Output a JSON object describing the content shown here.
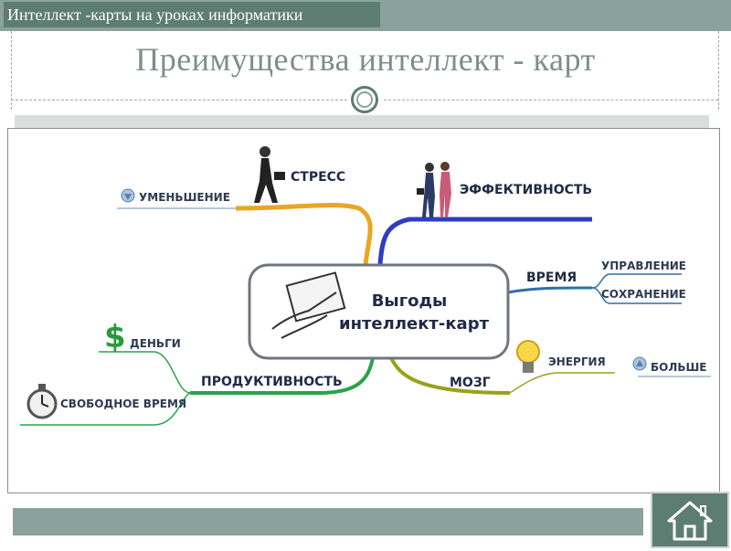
{
  "header": {
    "course_title": "Интеллект -карты на уроках информатики"
  },
  "slide": {
    "title": "Преимущества интеллект - карт"
  },
  "mindmap": {
    "center": {
      "line1": "Выгоды",
      "line2": "интеллект-карт"
    },
    "branches": {
      "stress": "СТРЕСС",
      "reduction": "УМЕНЬШЕНИЕ",
      "efficiency": "ЭФФЕКТИВНОСТЬ",
      "time": "ВРЕМЯ",
      "management": "УПРАВЛЕНИЕ",
      "saving": "СОХРАНЕНИЕ",
      "productivity": "ПРОДУКТИВНОСТЬ",
      "money": "ДЕНЬГИ",
      "free_time": "СВОБОДНОЕ ВРЕМЯ",
      "brain": "МОЗГ",
      "energy": "ЭНЕРГИЯ",
      "more": "БОЛЬШЕ"
    }
  },
  "colors": {
    "accent_dark": "#5e7d72",
    "accent_light": "#8aa29b",
    "title_gray": "#7e8f89"
  },
  "footer": {
    "home_icon": "home-icon"
  }
}
